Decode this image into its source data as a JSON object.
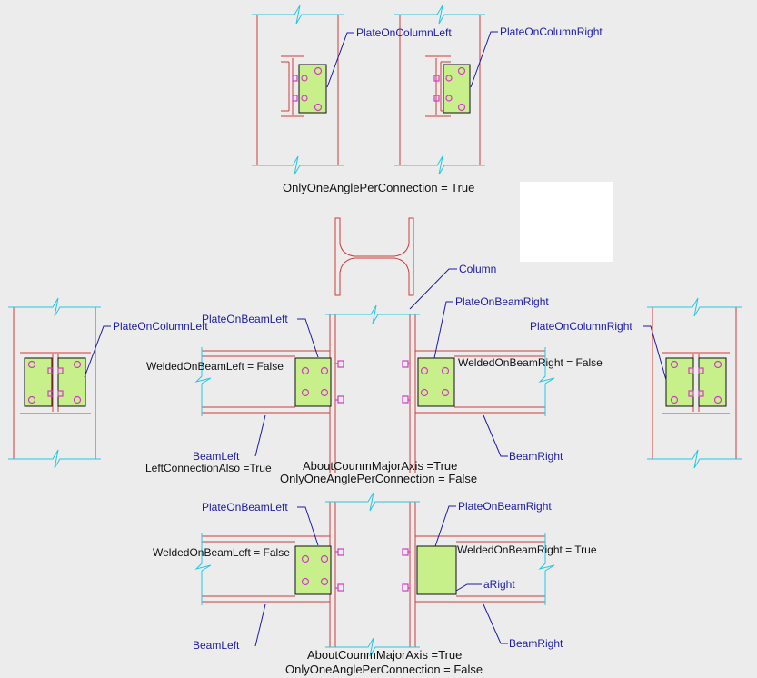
{
  "colors": {
    "background": "#ececec",
    "member": "#d23c3c",
    "breakline": "#22c8e6",
    "plate_fill": "#c8f08a",
    "plate_stroke": "#111111",
    "bolt": "#d23cc8",
    "leader": "#1c1ca8",
    "blue_label": "#1c1ca8",
    "black_label": "#111111"
  },
  "top_view": {
    "label_left": "PlateOnColumnLeft",
    "label_right": "PlateOnColumnRight",
    "caption": "OnlyOneAnglePerConnection = True"
  },
  "middle_view": {
    "label_column": "Column",
    "label_plate_beam_left": "PlateOnBeamLeft",
    "label_plate_beam_right": "PlateOnBeamRight",
    "label_plate_col_left": "PlateOnColumnLeft",
    "label_plate_col_right": "PlateOnColumnRight",
    "label_welded_left": "WeldedOnBeamLeft = False",
    "label_welded_right": "WeldedOnBeamRight = False",
    "label_beam_left": "BeamLeft",
    "label_beam_right": "BeamRight",
    "label_left_conn": "LeftConnectionAlso =True",
    "caption_line1": "AboutCounmMajorAxis =True",
    "caption_line2": "OnlyOneAnglePerConnection = False"
  },
  "bottom_view": {
    "label_plate_beam_left": "PlateOnBeamLeft",
    "label_plate_beam_right": "PlateOnBeamRight",
    "label_welded_left": "WeldedOnBeamLeft = False",
    "label_welded_right": "WeldedOnBeamRight = True",
    "label_aright": "aRight",
    "label_beam_left": "BeamLeft",
    "label_beam_right": "BeamRight",
    "caption_line1": "AboutCounmMajorAxis =True",
    "caption_line2": "OnlyOneAnglePerConnection = False"
  }
}
